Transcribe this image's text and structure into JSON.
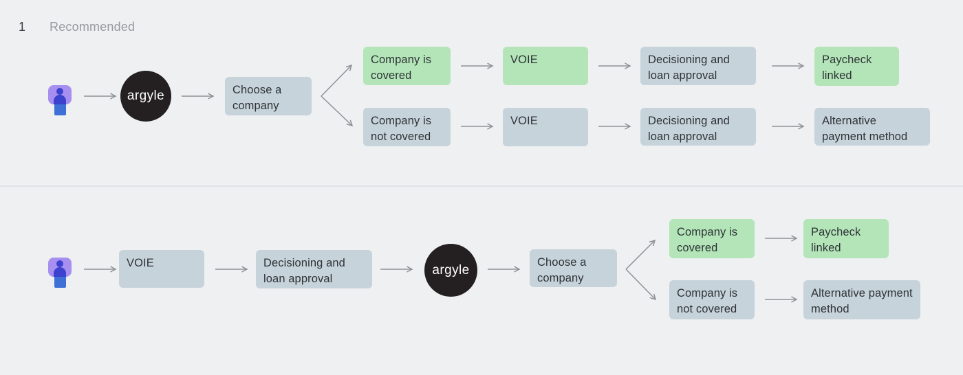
{
  "header": {
    "number": "1",
    "label": "Recommended"
  },
  "logo": {
    "label": "argyle"
  },
  "flow_top": {
    "name": "recommended-flow",
    "start_icon": "user-icon",
    "choose": "Choose a company",
    "covered": "Company is covered",
    "voie_covered": "VOIE",
    "decisioning_covered": "Decisioning and loan approval",
    "paycheck": "Paycheck linked",
    "not_covered": "Company is not covered",
    "voie_not_covered": "VOIE",
    "decisioning_not_covered": "Decisioning and loan approval",
    "alternative": "Alternative payment method"
  },
  "flow_bottom": {
    "name": "alternate-flow",
    "start_icon": "user-icon",
    "voie": "VOIE",
    "decisioning": "Decisioning and loan approval",
    "choose": "Choose a company",
    "covered": "Company is covered",
    "paycheck": "Paycheck linked",
    "not_covered": "Company is not covered",
    "alternative": "Alternative payment method"
  },
  "colors": {
    "background": "#eef0f2",
    "node_gray": "#c7d3da",
    "node_green": "#b4e5b8",
    "node_text": "#2d3237",
    "arrow": "#8f9196",
    "logo_bg": "#242021",
    "logo_text": "#ffffff",
    "header_number": "#3b3e42",
    "header_label": "#97999e",
    "divider": "#e0e2e5",
    "avatar_bg": "#a78ff0",
    "avatar_person": "#3c41ce",
    "avatar_torso": "#3e70d6"
  }
}
